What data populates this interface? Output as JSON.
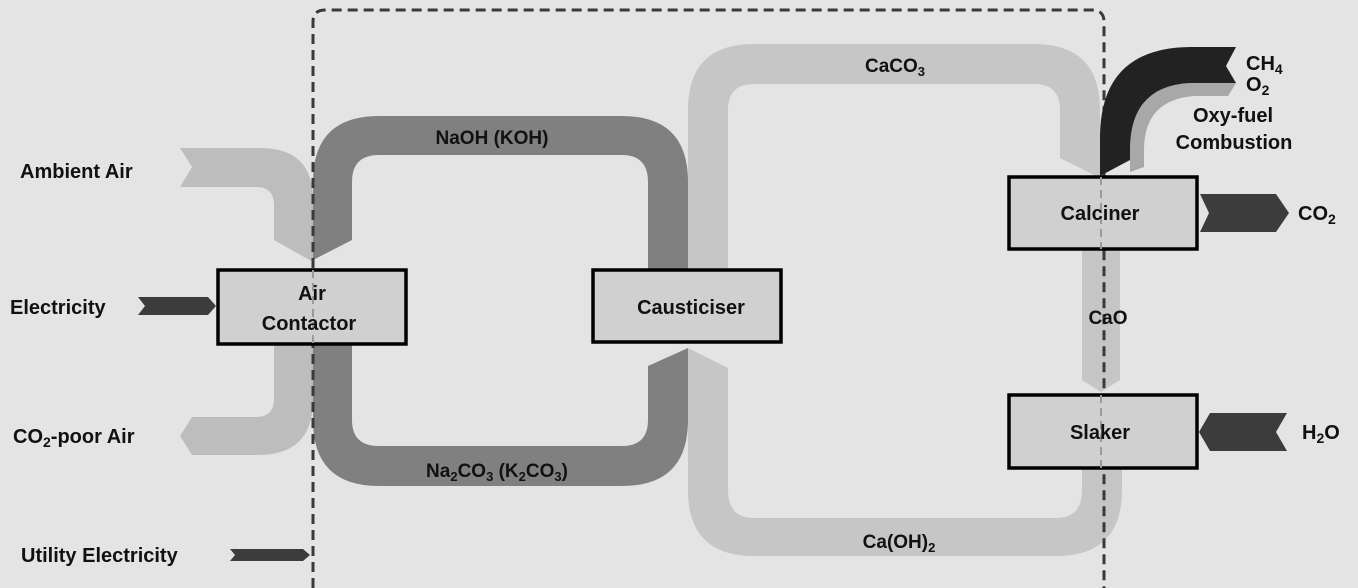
{
  "diagram": {
    "title": "Direct Air Capture process (liquid solvent)",
    "colors": {
      "background": "#e4e4e4",
      "solvent_loop": "#808080",
      "calcium_loop": "#c6c6c6",
      "air_stream": "#bdbdbd",
      "energy_input": "#3c3c3c",
      "fuel_input": "#222222",
      "unit_fill": "#d0d0d0",
      "boundary": "#3a3a3a"
    },
    "units": {
      "air_contactor": {
        "line1": "Air",
        "line2": "Contactor"
      },
      "causticiser": {
        "label": "Causticiser"
      },
      "calciner": {
        "label": "Calciner"
      },
      "slaker": {
        "label": "Slaker"
      }
    },
    "streams": {
      "ambient_air": "Ambient Air",
      "electricity": "Electricity",
      "co2_poor_air": {
        "pre": "CO",
        "sub": "2",
        "post": "-poor Air"
      },
      "utility_electricity": "Utility Electricity",
      "naoh": "NaOH (KOH)",
      "na2co3": {
        "p1": "Na",
        "s1": "2",
        "p2": "CO",
        "s2": "3",
        "p3": " (K",
        "s3": "2",
        "p4": "CO",
        "s4": "3",
        "p5": ")"
      },
      "caco3": {
        "pre": "CaCO",
        "sub": "3"
      },
      "caoh2": {
        "pre": "Ca(OH)",
        "sub": "2"
      },
      "cao": "CaO",
      "ch4": {
        "pre": "CH",
        "sub": "4"
      },
      "o2": {
        "pre": "O",
        "sub": "2"
      },
      "oxyfuel_line1": "Oxy-fuel",
      "oxyfuel_line2": "Combustion",
      "co2_out": {
        "pre": "CO",
        "sub": "2"
      },
      "h2o": {
        "pre": "H",
        "sub": "2",
        "post": "O"
      }
    }
  }
}
